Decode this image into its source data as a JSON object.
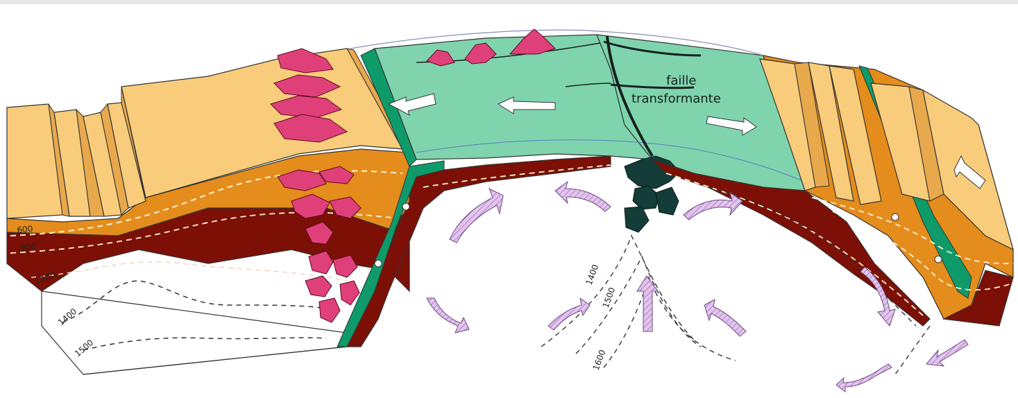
{
  "diagram": {
    "fault_label_line1": "faille",
    "fault_label_line2": "transformante",
    "isotherms_left": [
      "600",
      "900",
      "1200",
      "1400",
      "1500"
    ],
    "isotherms_ridge": [
      "1400",
      "1500",
      "1600"
    ],
    "colors": {
      "continent": "#f8cc7a",
      "continent_dark": "#e8a84c",
      "lithosphere_orange": "#e48c1c",
      "mantle_red": "#7c1006",
      "oceanic_crust": "#7fd4ad",
      "oceanic_edge": "#0f9a6a",
      "magma_pink": "#e0407a",
      "ridge_magma": "#143c38",
      "arrow_lilac": "#dcb6e8"
    }
  }
}
